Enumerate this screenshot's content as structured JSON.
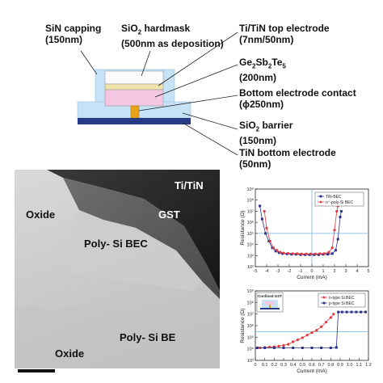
{
  "schematic": {
    "labels": {
      "sin_capping": "SiN capping\n(150nm)",
      "sio2_hardmask": "SiO₂ hardmask\n(500nm as deposition)",
      "top_electrode": "Ti/TiN top electrode\n(7nm/50nm)",
      "gst": "Ge₂Sb₂Te₅\n(200nm)",
      "bec": "Bottom electrode contact\n(ϕ250nm)",
      "sio2_barrier": "SiO₂ barrier\n(150nm)",
      "tin_bottom": "TiN bottom electrode\n(50nm)"
    },
    "colors": {
      "sin": "#c6e2f6",
      "hardmask": "#fbfbfb",
      "top_electrode": "#f0e5a8",
      "gst": "#f3c7e1",
      "bec": "#e8a21a",
      "barrier": "#c6e2f6",
      "bottom_electrode": "#263b84"
    }
  },
  "tem": {
    "labels": {
      "titin": "Ti/TiN",
      "gst": "GST",
      "oxide_top": "Oxide",
      "poly_bec": "Poly- Si BEC",
      "poly_be": "Poly- Si BE",
      "oxide_bottom": "Oxide"
    }
  },
  "chart_data": [
    {
      "type": "line",
      "xlabel": "Current (mA)",
      "ylabel": "Resistance (Ω)",
      "xlim": [
        -5,
        5
      ],
      "xticks": [
        "-5",
        "-4",
        "-3",
        "-2",
        "-1",
        "0",
        "1",
        "2",
        "3",
        "4",
        "5"
      ],
      "yscale": "log",
      "ylim": [
        100,
        1000000000
      ],
      "yticks": [
        "10²",
        "10³",
        "10⁴",
        "10⁵",
        "10⁶",
        "10⁷",
        "10⁸",
        "10⁹"
      ],
      "legend": "top-right",
      "grid": false,
      "vertical_line_x": 0,
      "horizontal_line_y": 100000,
      "series": [
        {
          "name": "TiN-BEC",
          "color": "#2a2f8a",
          "marker": "square",
          "points": [
            [
              -4.6,
              30000000
            ],
            [
              -4.4,
              2000000
            ],
            [
              -4.1,
              100000
            ],
            [
              -3.8,
              20000
            ],
            [
              -3.5,
              5000
            ],
            [
              -3.2,
              2500
            ],
            [
              -2.9,
              1800
            ],
            [
              -2.6,
              1500
            ],
            [
              -2.2,
              1400
            ],
            [
              -1.8,
              1300
            ],
            [
              -1.4,
              1300
            ],
            [
              -1.0,
              1200
            ],
            [
              -0.6,
              1200
            ],
            [
              -0.2,
              1200
            ],
            [
              0.2,
              1200
            ],
            [
              0.6,
              1200
            ],
            [
              1.0,
              1300
            ],
            [
              1.4,
              1300
            ],
            [
              1.8,
              1500
            ],
            [
              2.1,
              3000
            ],
            [
              2.3,
              30000
            ],
            [
              2.5,
              3000000
            ],
            [
              2.6,
              10000000
            ]
          ]
        },
        {
          "name": "n⁺-poly-Si BEC",
          "color": "#e0383d",
          "marker": "circle",
          "points": [
            [
              -4.2,
              10000000
            ],
            [
              -4.0,
              300000
            ],
            [
              -3.7,
              20000
            ],
            [
              -3.4,
              5000
            ],
            [
              -3.1,
              3000
            ],
            [
              -2.8,
              2000
            ],
            [
              -2.5,
              1700
            ],
            [
              -2.1,
              1600
            ],
            [
              -1.7,
              1500
            ],
            [
              -1.3,
              1500
            ],
            [
              -0.9,
              1400
            ],
            [
              -0.5,
              1400
            ],
            [
              -0.1,
              1400
            ],
            [
              0.3,
              1400
            ],
            [
              0.7,
              1500
            ],
            [
              1.1,
              1500
            ],
            [
              1.5,
              2000
            ],
            [
              1.8,
              5000
            ],
            [
              2.0,
              200000
            ],
            [
              2.2,
              10000000
            ],
            [
              2.3,
              30000000
            ]
          ]
        }
      ]
    },
    {
      "type": "line",
      "xlabel": "Current (mA)",
      "ylabel": "Resistance (Ω)",
      "xlim": [
        0,
        1.2
      ],
      "xticks": [
        "0",
        "0.1",
        "0.2",
        "0.3",
        "0.4",
        "0.5",
        "0.6",
        "0.7",
        "0.8",
        "0.9",
        "1.0",
        "1.1",
        "1.2"
      ],
      "yscale": "log",
      "ylim": [
        1000,
        1000000000
      ],
      "yticks": [
        "10³",
        "10⁴",
        "10⁵",
        "10⁶",
        "10⁷",
        "10⁸",
        "10⁹"
      ],
      "legend": "top-right",
      "grid": false,
      "horizontal_line_y": 300000,
      "inset_label": "Confined GST",
      "series": [
        {
          "name": "n-type Si BEC",
          "color": "#e0383d",
          "marker": "circle",
          "points": [
            [
              0.02,
              12000
            ],
            [
              0.05,
              12000
            ],
            [
              0.1,
              13000
            ],
            [
              0.15,
              14000
            ],
            [
              0.2,
              15000
            ],
            [
              0.25,
              17000
            ],
            [
              0.3,
              20000
            ],
            [
              0.35,
              25000
            ],
            [
              0.4,
              40000
            ],
            [
              0.45,
              60000
            ],
            [
              0.5,
              90000
            ],
            [
              0.55,
              150000
            ],
            [
              0.6,
              250000
            ],
            [
              0.65,
              400000
            ],
            [
              0.7,
              800000
            ],
            [
              0.75,
              2000000
            ],
            [
              0.8,
              5000000
            ],
            [
              0.83,
              10000000
            ]
          ]
        },
        {
          "name": "p-type Si BEC",
          "color": "#2a2f8a",
          "marker": "square",
          "points": [
            [
              0.02,
              12000
            ],
            [
              0.1,
              12000
            ],
            [
              0.2,
              12000
            ],
            [
              0.3,
              12000
            ],
            [
              0.4,
              12000
            ],
            [
              0.5,
              12000
            ],
            [
              0.6,
              12000
            ],
            [
              0.7,
              12000
            ],
            [
              0.8,
              12000
            ],
            [
              0.86,
              13000
            ],
            [
              0.88,
              15000000
            ],
            [
              0.92,
              15000000
            ],
            [
              0.97,
              15000000
            ],
            [
              1.02,
              15000000
            ],
            [
              1.07,
              15000000
            ],
            [
              1.12,
              15000000
            ],
            [
              1.17,
              15000000
            ]
          ]
        }
      ]
    }
  ]
}
